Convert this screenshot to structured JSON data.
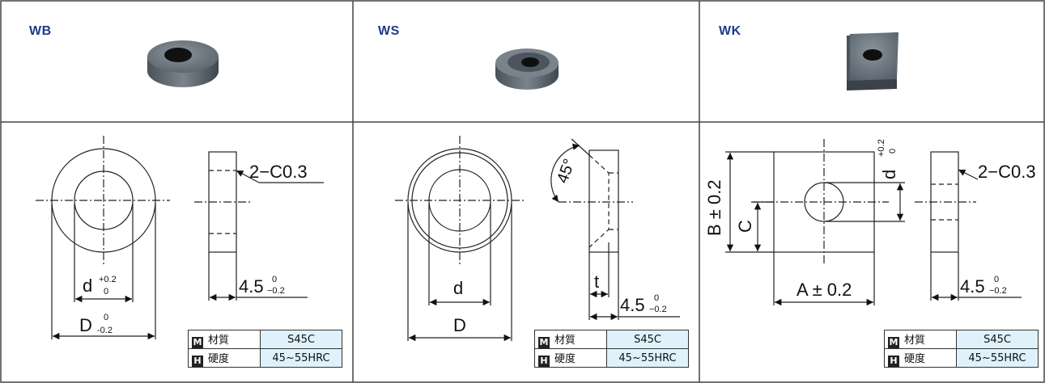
{
  "panels": [
    {
      "code": "WB",
      "dims": {
        "d": "d",
        "d_tol_up": "+0.2",
        "d_tol_low": "0",
        "D": "D",
        "D_tol_up": "0",
        "D_tol_low": "-0.2",
        "chamfer": "2−C0.3",
        "thick": "4.5",
        "thick_tol_up": "0",
        "thick_tol_low": "−0.2"
      },
      "spec": {
        "material_badge": "M",
        "material_label": "材質",
        "material_value": "S45C",
        "hardness_badge": "H",
        "hardness_label": "硬度",
        "hardness_value": "45~55HRC"
      }
    },
    {
      "code": "WS",
      "dims": {
        "angle": "45°",
        "d": "d",
        "D": "D",
        "t": "t",
        "thick": "4.5",
        "thick_tol_up": "0",
        "thick_tol_low": "−0.2"
      },
      "spec": {
        "material_badge": "M",
        "material_label": "材質",
        "material_value": "S45C",
        "hardness_badge": "H",
        "hardness_label": "硬度",
        "hardness_value": "45~55HRC"
      }
    },
    {
      "code": "WK",
      "dims": {
        "B": "B ± 0.2",
        "C": "C",
        "A": "A ± 0.2",
        "d": "d",
        "d_tol_up": "+0.2",
        "d_tol_low": "0",
        "chamfer": "2−C0.3",
        "thick": "4.5",
        "thick_tol_up": "0",
        "thick_tol_low": "−0.2"
      },
      "spec": {
        "material_badge": "M",
        "material_label": "材質",
        "material_value": "S45C",
        "hardness_badge": "H",
        "hardness_label": "硬度",
        "hardness_value": "45~55HRC"
      }
    }
  ],
  "colors": {
    "label": "#1f3a8a",
    "spec_value_bg": "#dff2fb",
    "metal": "#5d666e"
  }
}
